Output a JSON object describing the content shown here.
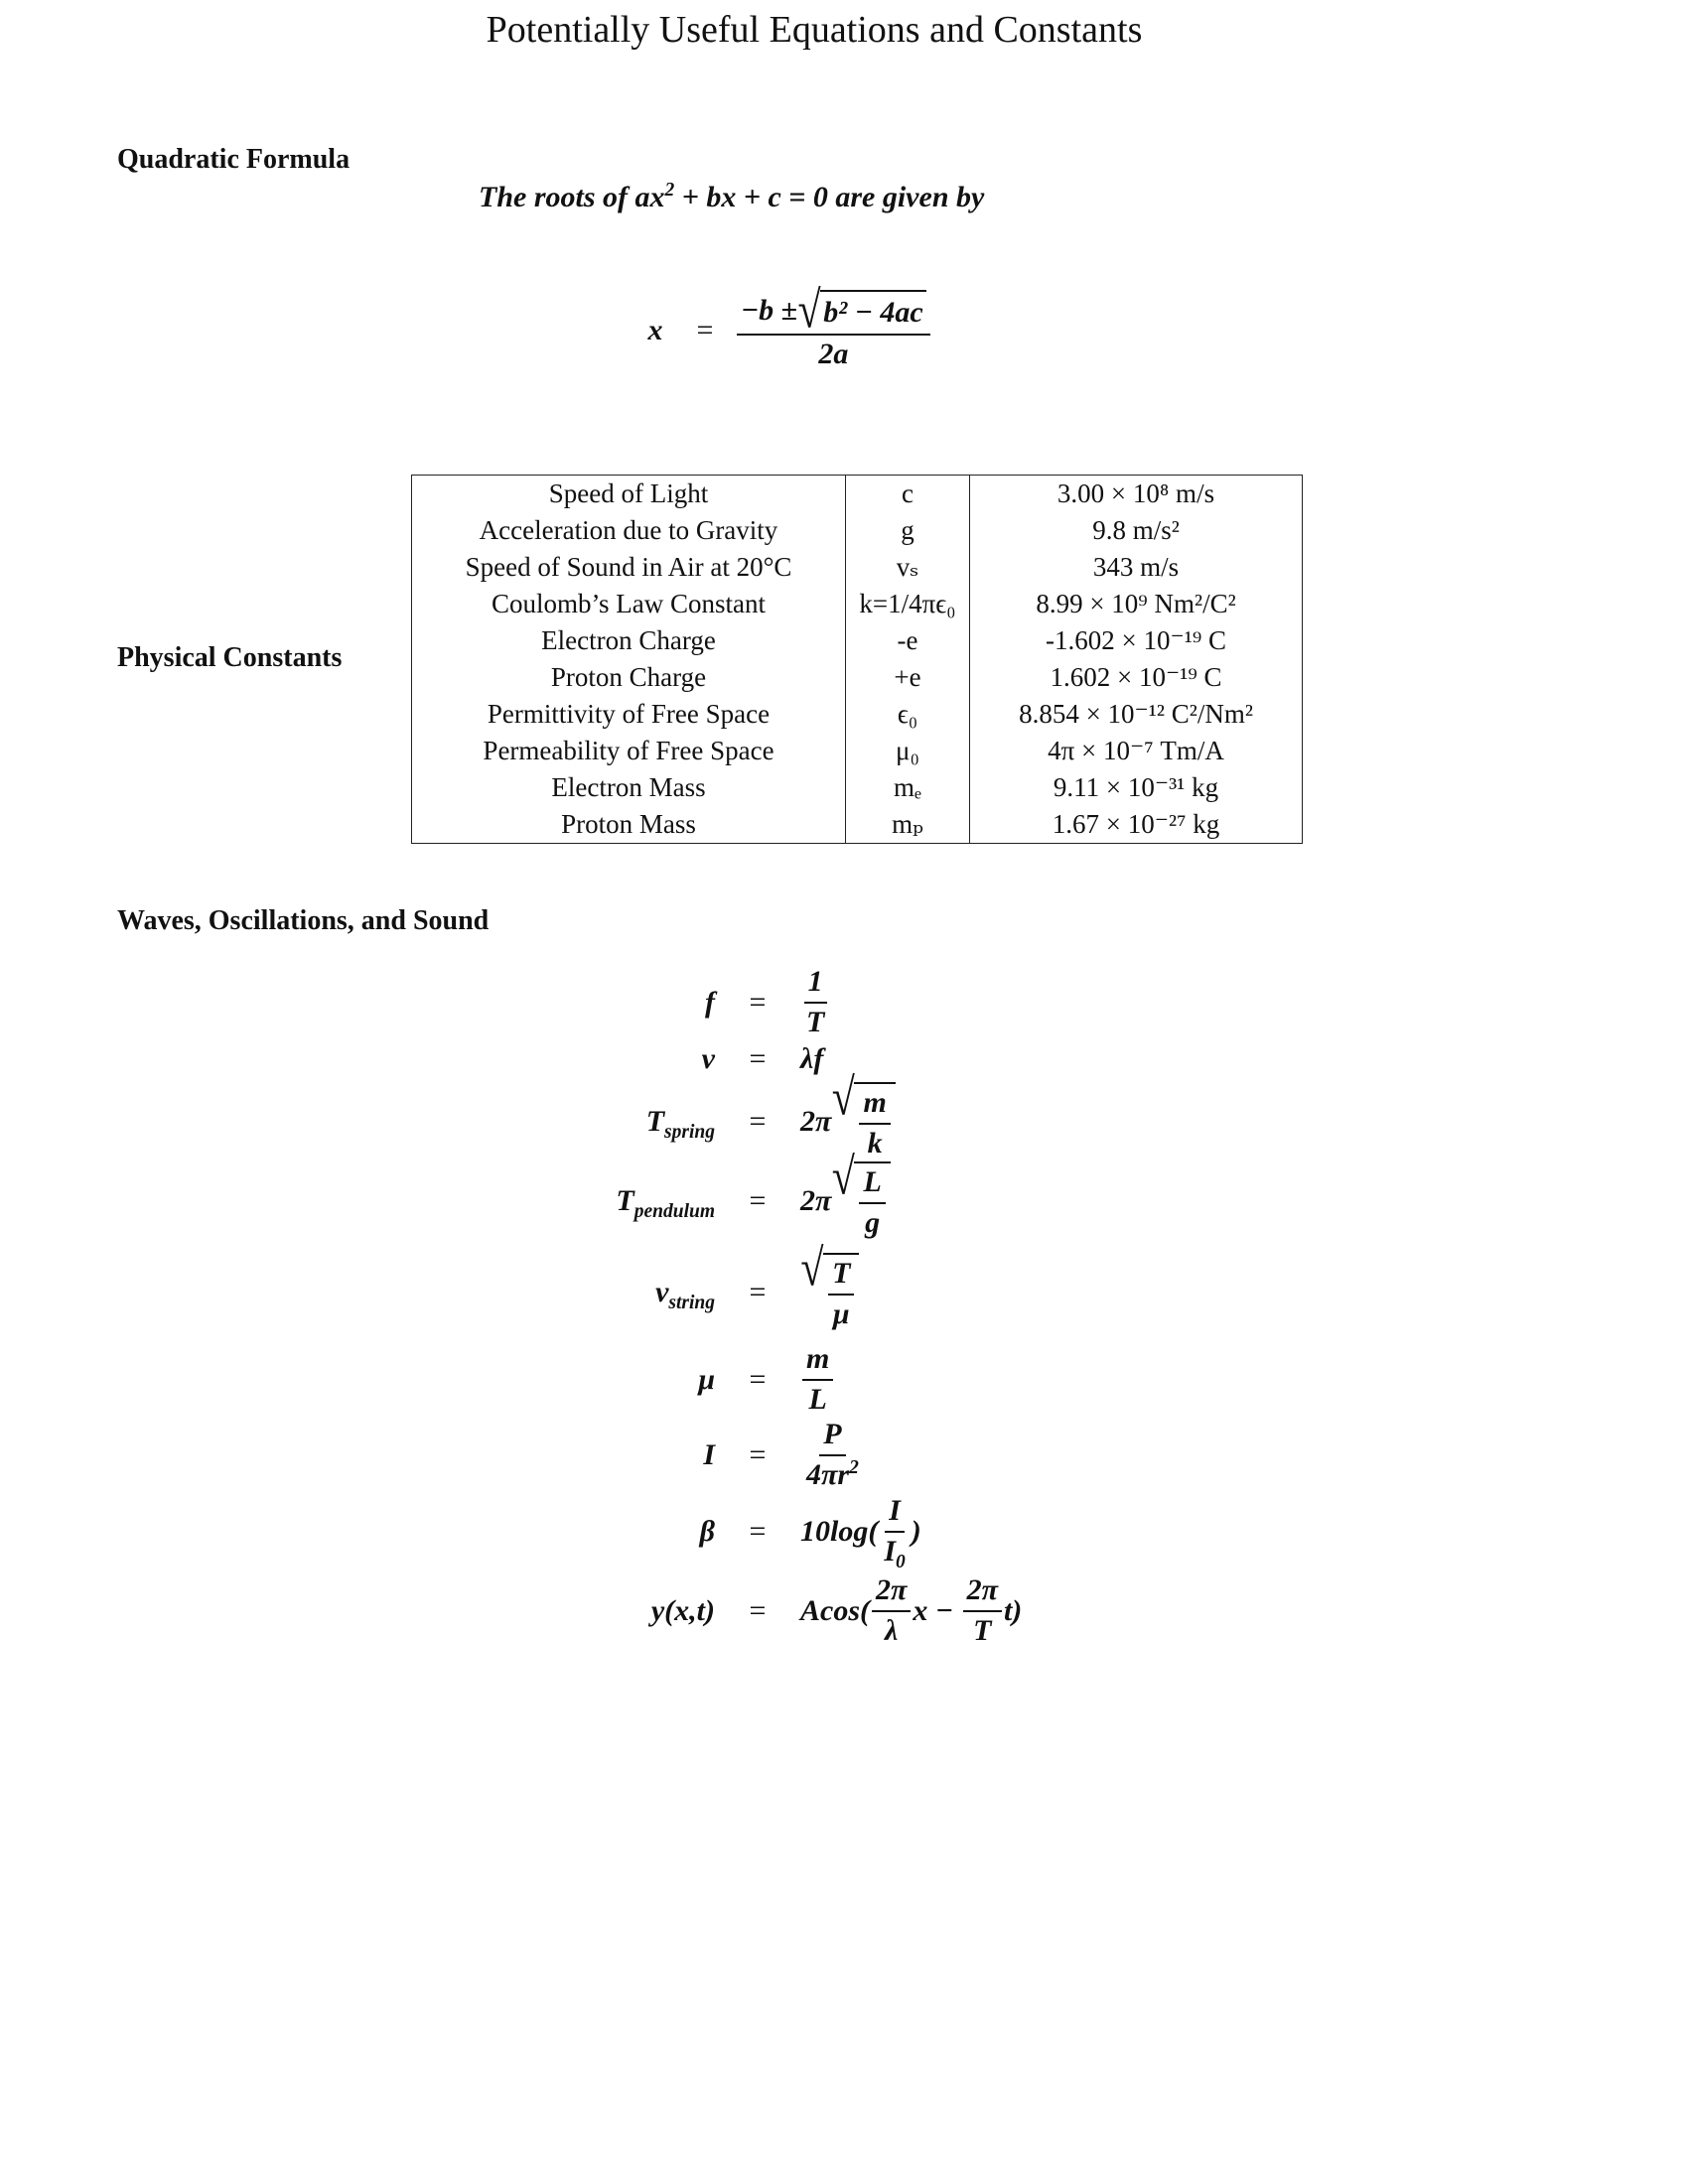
{
  "title": "Potentially Useful Equations and Constants",
  "quadratic": {
    "heading": "Quadratic Formula",
    "statement_prefix": "The roots of ",
    "statement_suffix": " are given by",
    "lhs": "x",
    "eq": "=",
    "numerator": "−b ± ",
    "radicand": "b² − 4ac",
    "denominator": "2a"
  },
  "constants": {
    "heading": "Physical Constants",
    "rows": [
      {
        "name": "Speed of Light",
        "symbol": "c",
        "value": "3.00 × 10⁸ m/s"
      },
      {
        "name": "Acceleration due to Gravity",
        "symbol": "g",
        "value": "9.8 m/s²"
      },
      {
        "name": "Speed of Sound in Air at 20°C",
        "symbol": "vₛ",
        "value": "343 m/s"
      },
      {
        "name": "Coulomb’s Law Constant",
        "symbol": "k=1/4πϵ₀",
        "value": "8.99 × 10⁹ Nm²/C²"
      },
      {
        "name": "Electron Charge",
        "symbol": "-e",
        "value": "-1.602 × 10⁻¹⁹ C"
      },
      {
        "name": "Proton Charge",
        "symbol": "+e",
        "value": "1.602 × 10⁻¹⁹ C"
      },
      {
        "name": "Permittivity of Free Space",
        "symbol": "ϵ₀",
        "value": "8.854 × 10⁻¹² C²/Nm²"
      },
      {
        "name": "Permeability of Free Space",
        "symbol": "μ₀",
        "value": "4π × 10⁻⁷ Tm/A"
      },
      {
        "name": "Electron Mass",
        "symbol": "mₑ",
        "value": "9.11 × 10⁻³¹ kg"
      },
      {
        "name": "Proton Mass",
        "symbol": "mₚ",
        "value": "1.67 × 10⁻²⁷ kg"
      }
    ]
  },
  "waves": {
    "heading": "Waves, Oscillations, and Sound",
    "equations": [
      {
        "lhs": "f",
        "rhs": "1/T"
      },
      {
        "lhs": "v",
        "rhs": "λf"
      },
      {
        "lhs": "T_spring",
        "rhs": "2π√(m/k)"
      },
      {
        "lhs": "T_pendulum",
        "rhs": "2π√(L/g)"
      },
      {
        "lhs": "v_string",
        "rhs": "√(T/μ)"
      },
      {
        "lhs": "μ",
        "rhs": "m/L"
      },
      {
        "lhs": "I",
        "rhs": "P/4πr²"
      },
      {
        "lhs": "β",
        "rhs": "10log(I/I₀)"
      },
      {
        "lhs": "y(x,t)",
        "rhs": "Acos(2π/λ x − 2π/T t)"
      }
    ]
  }
}
